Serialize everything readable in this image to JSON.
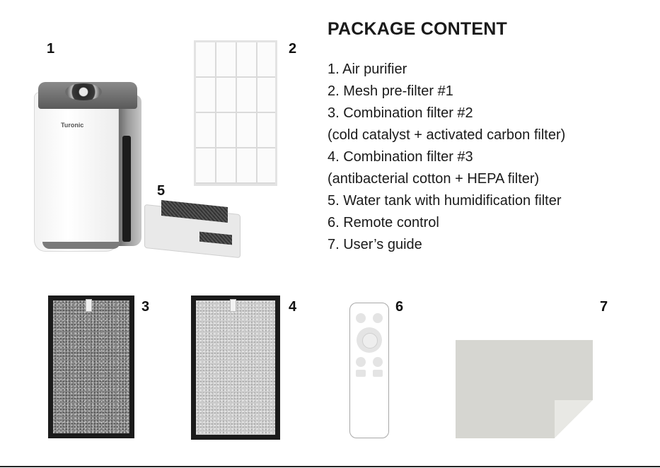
{
  "title": "PACKAGE CONTENT",
  "items": [
    "1. Air purifier",
    "2. Mesh pre-filter #1",
    "3. Combination filter #2",
    "(cold catalyst  + activated carbon filter)",
    "4. Combination filter #3",
    "(antibacterial cotton + HEPA filter)",
    "5. Water tank with humidification filter",
    "6. Remote control",
    "7. User’s guide"
  ],
  "numbers": {
    "n1": "1",
    "n2": "2",
    "n3": "3",
    "n4": "4",
    "n5": "5",
    "n6": "6",
    "n7": "7"
  },
  "purifier_brand": "Turonic"
}
